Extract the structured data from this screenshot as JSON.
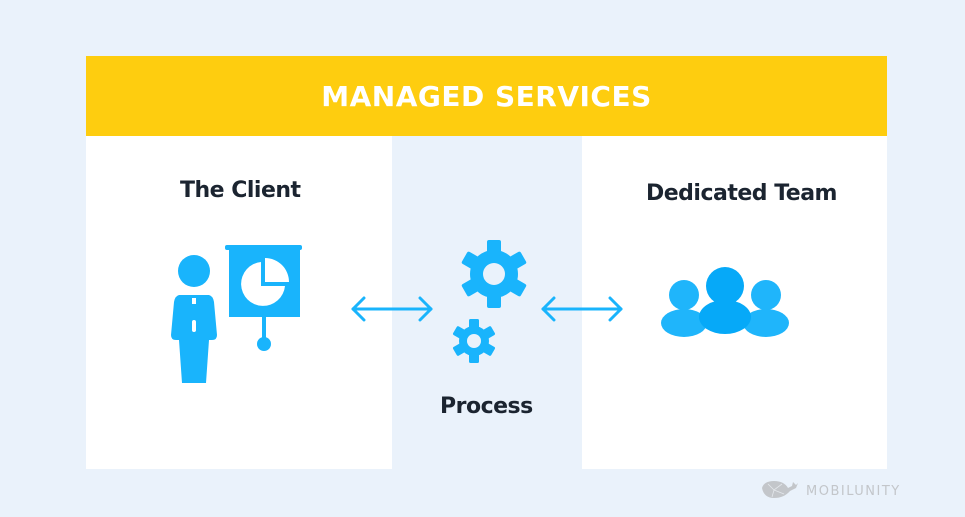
{
  "banner": {
    "title": "MANAGED SERVICES"
  },
  "nodes": {
    "client": {
      "label": "The Client",
      "icon": "presenter-icon"
    },
    "process": {
      "label": "Process",
      "icon": "gears-icon"
    },
    "team": {
      "label": "Dedicated Team",
      "icon": "group-icon"
    }
  },
  "connections": [
    {
      "from": "The Client",
      "to": "Process",
      "type": "bidirectional"
    },
    {
      "from": "Process",
      "to": "Dedicated Team",
      "type": "bidirectional"
    }
  ],
  "logo": {
    "text": "MOBILUNITY",
    "icon": "whale-icon"
  },
  "colors": {
    "banner": "#fecd0f",
    "accent": "#19b4fc",
    "background": "#eaf2fb",
    "text": "#1b2430"
  }
}
